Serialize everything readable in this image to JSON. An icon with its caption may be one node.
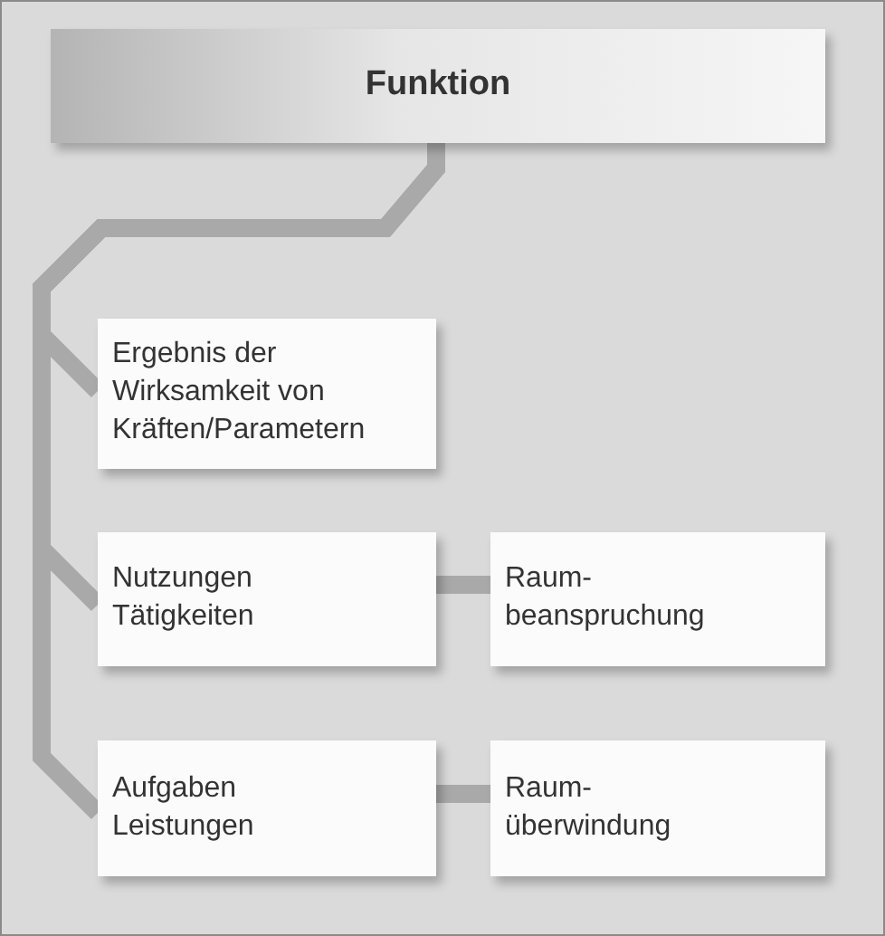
{
  "diagram": {
    "nodes": [
      {
        "text": [
          "Funktion"
        ]
      },
      {
        "text": [
          "Ergebnis der Wirksamkeit von Kräften/Parametern"
        ]
      },
      {
        "text": [
          "Nutzungen Tätigkeiten"
        ]
      },
      {
        "text": [
          "Aufgaben Leistungen"
        ]
      },
      {
        "text": [
          "Raum- beanspruchung"
        ]
      },
      {
        "text": [
          "Raum- überwindung"
        ]
      }
    ],
    "edges": [
      {
        "from": 0,
        "to": 1,
        "arrow": "none"
      },
      {
        "from": 0,
        "to": 2,
        "arrow": "none"
      },
      {
        "from": 0,
        "to": 3,
        "arrow": "none"
      },
      {
        "from": 2,
        "to": 4,
        "arrow": "none"
      },
      {
        "from": 3,
        "to": 5,
        "arrow": "none"
      }
    ]
  }
}
